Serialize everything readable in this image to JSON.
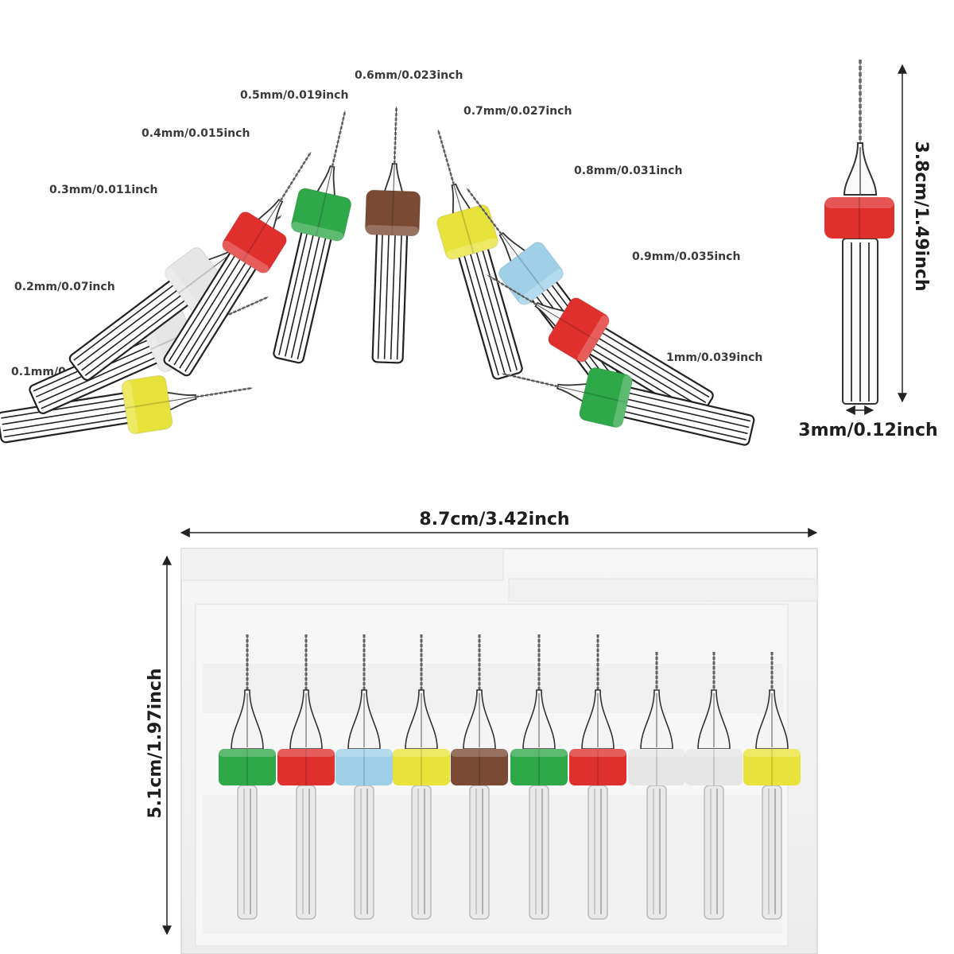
{
  "fan_bits": [
    {
      "label": "0.1mm/0.03inch",
      "collar_color": "#e8e33a"
    },
    {
      "label": "0.2mm/0.07inch",
      "collar_color": "#e6e6e6"
    },
    {
      "label": "0.3mm/0.011inch",
      "collar_color": "#e6e6e6"
    },
    {
      "label": "0.4mm/0.015inch",
      "collar_color": "#e0302e"
    },
    {
      "label": "0.5mm/0.019inch",
      "collar_color": "#2fa84a"
    },
    {
      "label": "0.6mm/0.023inch",
      "collar_color": "#7a4a34"
    },
    {
      "label": "0.7mm/0.027inch",
      "collar_color": "#e8e33a"
    },
    {
      "label": "0.8mm/0.031inch",
      "collar_color": "#9fd0e8"
    },
    {
      "label": "0.9mm/0.035inch",
      "collar_color": "#e0302e"
    },
    {
      "label": "1mm/0.039inch",
      "collar_color": "#2fa84a"
    }
  ],
  "single_bit": {
    "height_label": "3.8cm/1.49inch",
    "shank_label": "3mm/0.12inch",
    "collar_color": "#e0302e"
  },
  "case": {
    "width_label": "8.7cm/3.42inch",
    "height_label": "5.1cm/1.97inch",
    "bit_collar_colors": [
      "#2fa84a",
      "#e0302e",
      "#9fd0e8",
      "#e8e33a",
      "#7a4a34",
      "#2fa84a",
      "#e0302e",
      "#e6e6e6",
      "#e6e6e6",
      "#e8e33a"
    ]
  }
}
